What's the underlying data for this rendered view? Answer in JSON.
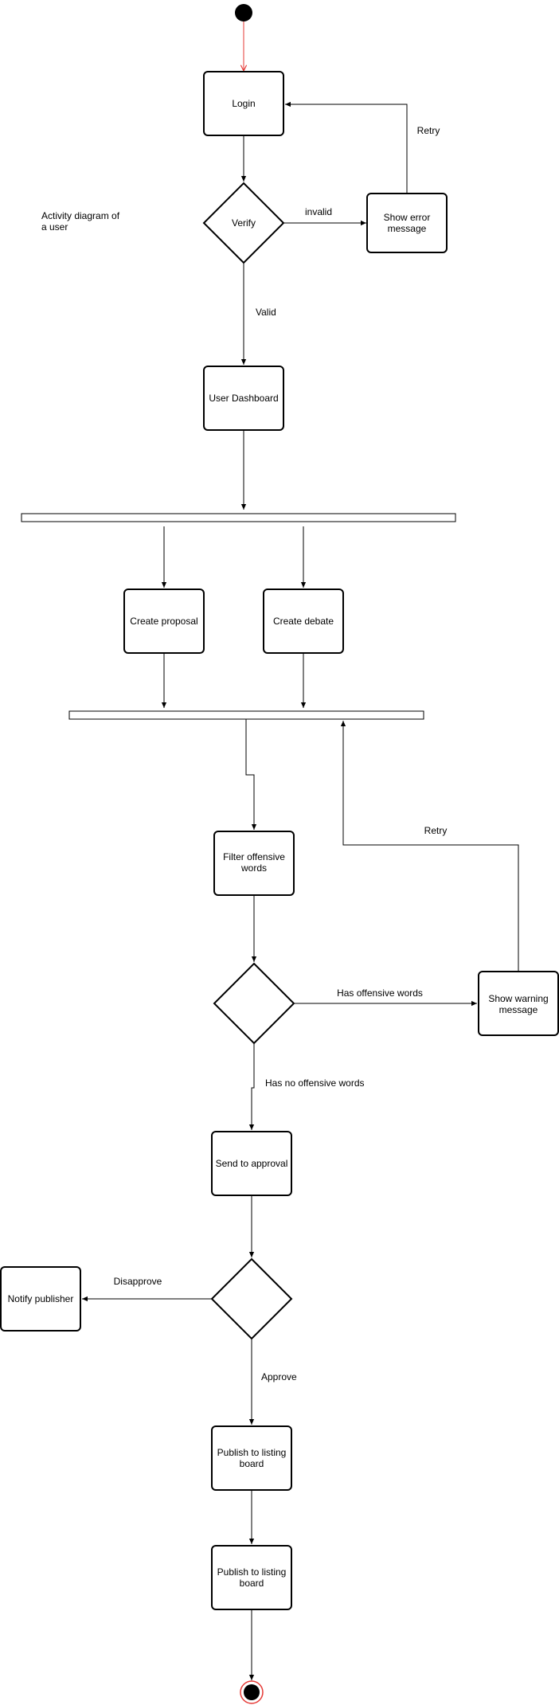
{
  "diagram": {
    "note_line1": "Activity diagram of",
    "note_line2": "a user",
    "colors": {
      "stroke": "#000000",
      "start_arrow": "#e53935",
      "end_ring": "#e53935",
      "background": "#ffffff"
    },
    "nodes": {
      "login": "Login",
      "verify": "Verify",
      "show_error_line1": "Show error",
      "show_error_line2": "message",
      "user_dashboard": "User Dashboard",
      "create_proposal": "Create proposal",
      "create_debate": "Create debate",
      "filter_line1": "Filter offensive",
      "filter_line2": "words",
      "show_warning_line1": "Show warning",
      "show_warning_line2": "message",
      "send_approval": "Send to approval",
      "notify_publisher": "Notify publisher",
      "publish1_line1": "Publish to listing",
      "publish1_line2": "board",
      "publish2_line1": "Publish to listing",
      "publish2_line2": "board"
    },
    "edges": {
      "invalid": "invalid",
      "retry_top": "Retry",
      "valid": "Valid",
      "retry_mid": "Retry",
      "has_offensive": "Has offensive words",
      "no_offensive": "Has no offensive words",
      "disapprove": "Disapprove",
      "approve": "Approve"
    }
  }
}
